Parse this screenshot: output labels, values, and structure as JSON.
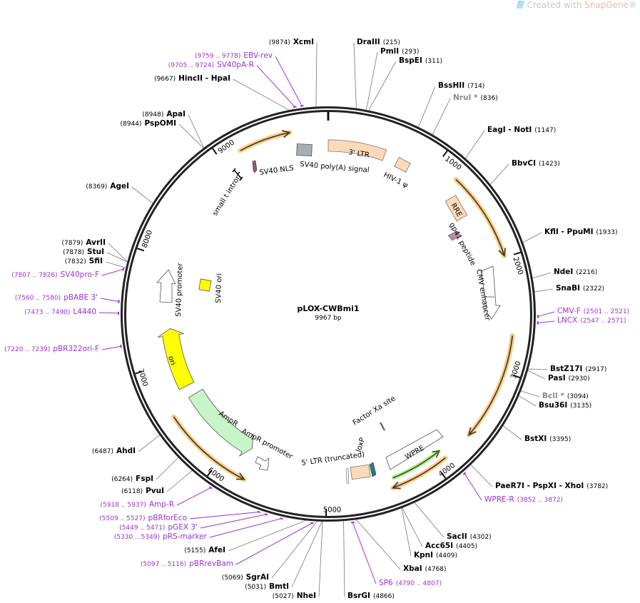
{
  "watermark": {
    "prefix": "Created with ",
    "brand": "SnapGene",
    "suffix": "®"
  },
  "plasmid": {
    "name": "pLOX-CWBmi1",
    "size_label": "9967 bp",
    "total_bp": 9967
  },
  "ticks": [
    1000,
    2000,
    3000,
    4000,
    5000,
    6000,
    7000,
    8000,
    9000
  ],
  "sites": [
    {
      "name": "XcmI",
      "pos": "(9874)",
      "bp": 9874
    },
    {
      "name": "DraIII",
      "pos": "(215)",
      "bp": 215
    },
    {
      "name": "PmlI",
      "pos": "(293)",
      "bp": 293
    },
    {
      "name": "BspEI",
      "pos": "(311)",
      "bp": 311
    },
    {
      "name": "BssHII",
      "pos": "(714)",
      "bp": 714
    },
    {
      "name": "NruI *",
      "pos": "(836)",
      "bp": 836,
      "gray": true
    },
    {
      "name": "EagI  -  NotI",
      "pos": "(1147)",
      "bp": 1147
    },
    {
      "name": "BbvCI",
      "pos": "(1423)",
      "bp": 1423
    },
    {
      "name": "KflI  -  PpuMI",
      "pos": "(1933)",
      "bp": 1933
    },
    {
      "name": "NdeI",
      "pos": "(2216)",
      "bp": 2216
    },
    {
      "name": "SnaBI",
      "pos": "(2322)",
      "bp": 2322
    },
    {
      "name": "BstZ17I",
      "pos": "(2917)",
      "bp": 2917
    },
    {
      "name": "PasI",
      "pos": "(2930)",
      "bp": 2930
    },
    {
      "name": "BclI *",
      "pos": "(3094)",
      "bp": 3094,
      "gray": true
    },
    {
      "name": "Bsu36I",
      "pos": "(3135)",
      "bp": 3135
    },
    {
      "name": "BstXI",
      "pos": "(3395)",
      "bp": 3395
    },
    {
      "name": "PaeR7I  -  PspXI  -  XhoI",
      "pos": "(3782)",
      "bp": 3782
    },
    {
      "name": "SacII",
      "pos": "(4302)",
      "bp": 4302
    },
    {
      "name": "Acc65I",
      "pos": "(4405)",
      "bp": 4405
    },
    {
      "name": "KpnI",
      "pos": "(4409)",
      "bp": 4409
    },
    {
      "name": "XbaI",
      "pos": "(4768)",
      "bp": 4768
    },
    {
      "name": "BsrGI",
      "pos": "(4866)",
      "bp": 4866
    },
    {
      "name": "NheI",
      "pos": "(5027)",
      "bp": 5027
    },
    {
      "name": "BmtI",
      "pos": "(5031)",
      "bp": 5031
    },
    {
      "name": "SgrAI",
      "pos": "(5069)",
      "bp": 5069
    },
    {
      "name": "AfeI",
      "pos": "(5155)",
      "bp": 5155
    },
    {
      "name": "PvuI",
      "pos": "(6118)",
      "bp": 6118
    },
    {
      "name": "FspI",
      "pos": "(6264)",
      "bp": 6264
    },
    {
      "name": "AhdI",
      "pos": "(6487)",
      "bp": 6487
    },
    {
      "name": "AgeI",
      "pos": "(8369)",
      "bp": 8369
    },
    {
      "name": "AvrII",
      "pos": "(7879)",
      "bp": 7879
    },
    {
      "name": "StuI",
      "pos": "(7878)",
      "bp": 7878
    },
    {
      "name": "SfiI",
      "pos": "(7832)",
      "bp": 7832
    },
    {
      "name": "ApaI",
      "pos": "(8948)",
      "bp": 8948
    },
    {
      "name": "PspOMI",
      "pos": "(8944)",
      "bp": 8944
    },
    {
      "name": "HincII  -  HpaI",
      "pos": "(9667)",
      "bp": 9667
    }
  ],
  "primers": [
    {
      "name": "EBV-rev",
      "pos": "(9759 .. 9778)",
      "bp": 9768
    },
    {
      "name": "SV40pA-R",
      "pos": "(9705 .. 9724)",
      "bp": 9714
    },
    {
      "name": "CMV-F",
      "pos": "(2501 .. 2521)",
      "bp": 2511
    },
    {
      "name": "LNCX",
      "pos": "(2547 .. 2571)",
      "bp": 2559
    },
    {
      "name": "WPRE-R",
      "pos": "(3852 .. 3872)",
      "bp": 3862
    },
    {
      "name": "SP6",
      "pos": "(4790 .. 4807)",
      "bp": 4798
    },
    {
      "name": "pBRrevBam",
      "pos": "(5097 .. 5116)",
      "bp": 5106
    },
    {
      "name": "pRS-marker",
      "pos": "(5330 .. 5349)",
      "bp": 5340
    },
    {
      "name": "pGEX 3'",
      "pos": "(5449 .. 5471)",
      "bp": 5460
    },
    {
      "name": "pBRforEco",
      "pos": "(5509 .. 5527)",
      "bp": 5518
    },
    {
      "name": "Amp-R",
      "pos": "(5918 .. 5937)",
      "bp": 5927
    },
    {
      "name": "pBR322ori-F",
      "pos": "(7220 .. 7239)",
      "bp": 7230
    },
    {
      "name": "L4440",
      "pos": "(7473 .. 7490)",
      "bp": 7481
    },
    {
      "name": "pBABE 3'",
      "pos": "(7560 .. 7580)",
      "bp": 7570
    },
    {
      "name": "SV40pro-F",
      "pos": "(7807 .. 7826)",
      "bp": 7816
    }
  ],
  "orfs": [
    {
      "start": 9183,
      "end": 9635,
      "dir": 1
    },
    {
      "start": 1204,
      "end": 1985,
      "dir": 1
    },
    {
      "start": 2677,
      "end": 3618,
      "dir": 1
    },
    {
      "start": 3898,
      "end": 4419,
      "dir": 1
    },
    {
      "start": 5730,
      "end": 6545,
      "dir": -1
    }
  ],
  "features": {
    "ltr3": "3' LTR",
    "hiv_psi": "HIV-1 ψ",
    "sv40_polya": "SV40 poly(A) signal",
    "sv40_nls": "SV40 NLS",
    "small_t_intron": "small t intron",
    "rre": "RRE",
    "gp41": "gp41 peptide",
    "cmv_enhancer": "CMV enhancer",
    "wpre": "WPRE",
    "factor_xa": "Factor Xa site",
    "loxp": "loxP",
    "ltr5": "5' LTR (truncated)",
    "ampr": "AmpR",
    "ampr_promoter": "AmpR promoter",
    "ori": "ori",
    "sv40_promoter": "SV40 promoter",
    "sv40_ori": "SV40 ori"
  },
  "colors": {
    "primer": "#9b32d4",
    "orf": "#f5c77a",
    "ampr": "#c8f5c8",
    "ori": "#ffff00",
    "ltr": "#fcd9b8",
    "wpre_orf": "#a6e37a"
  }
}
